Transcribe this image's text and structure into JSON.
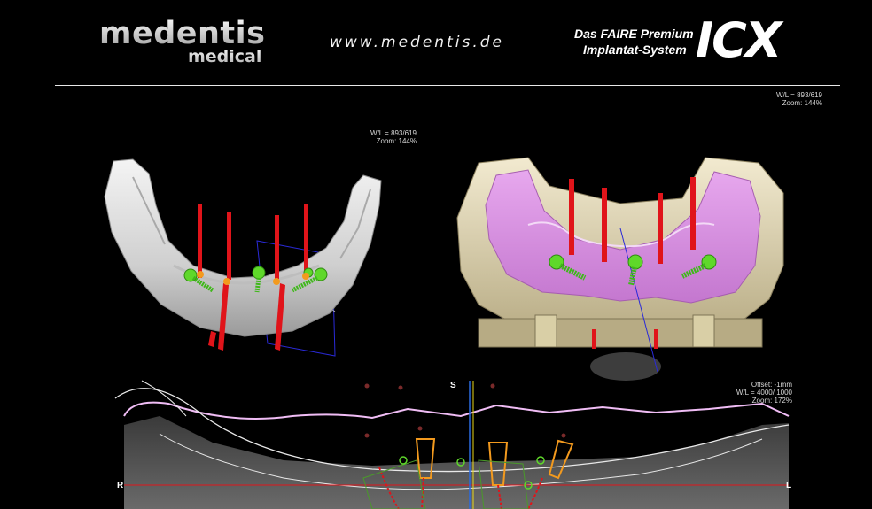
{
  "header": {
    "logo_main": "medentis",
    "logo_sub": "medical",
    "website": "www.medentis.de",
    "slogan_line1": "Das FAIRE Premium",
    "slogan_line2": "Implantat-System",
    "brand": "ICX"
  },
  "viewer_top_right": {
    "wl": "W/L = 893/619",
    "zoom": "Zoom: 144%"
  },
  "viewer_left": {
    "wl": "W/L = 893/619",
    "zoom": "Zoom: 144%"
  },
  "viewer_bottom": {
    "offset": "Offset: -1mm",
    "wl": "W/L = 4000/ 1000",
    "zoom": "Zoom: 172%",
    "orientation_top": "S",
    "orientation_left": "R",
    "orientation_right": "L"
  },
  "colors": {
    "background": "#000000",
    "implant_pin": "#e0141a",
    "implant_head": "#5fd82a",
    "mandible": "#d9d9d9",
    "gingiva": "#d98ee0",
    "bone": "#e3d8b2"
  }
}
